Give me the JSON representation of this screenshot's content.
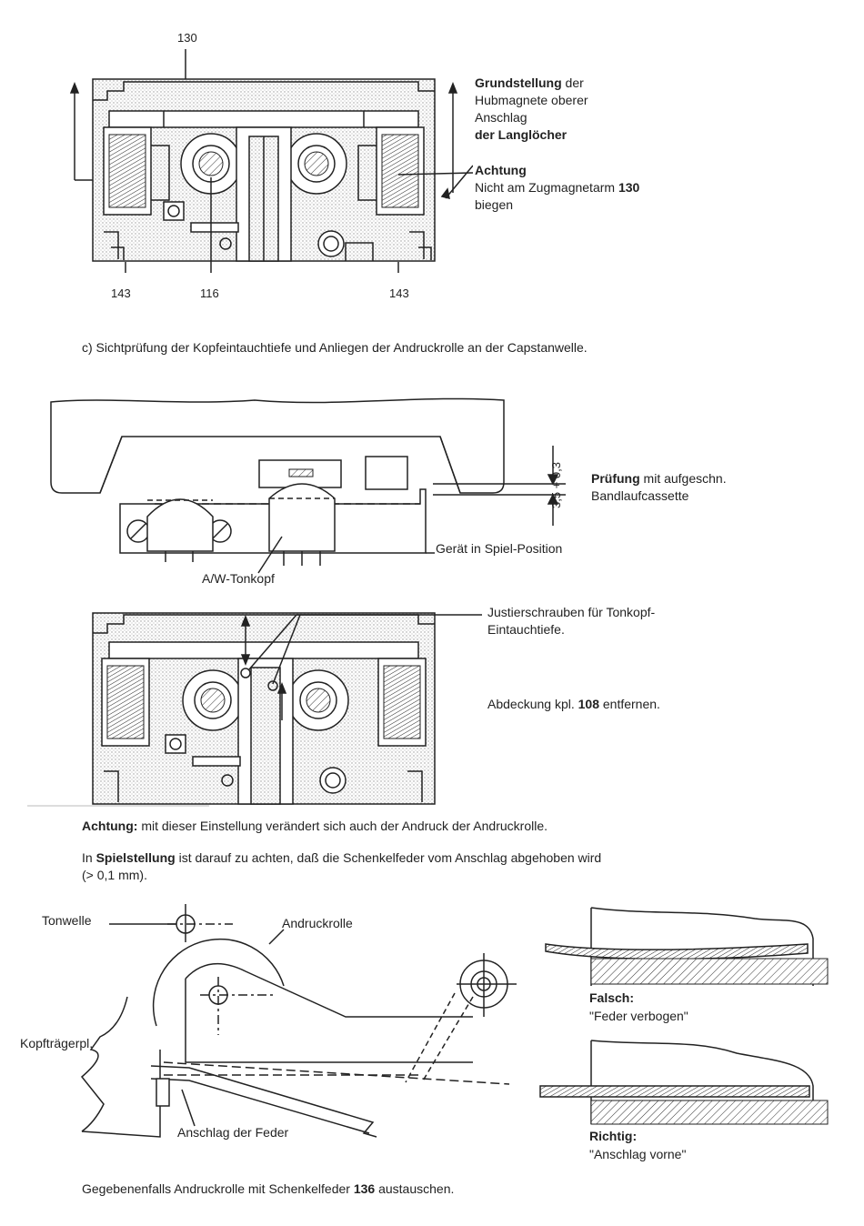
{
  "fig1": {
    "ref_top": "130",
    "ref_left": "143",
    "ref_mid": "116",
    "ref_right": "143",
    "note1_bold": "Grundstellung",
    "note1_rest1": " der",
    "note1_line2": "Hubmagnete oberer",
    "note1_line3": "Anschlag",
    "note1_line4": "der Langlöcher",
    "note2_title": "Achtung",
    "note2_line1_a": "Nicht am Zugmagnetarm ",
    "note2_line1_b": "130",
    "note2_line2": "biegen"
  },
  "step_c": "c) Sichtprüfung der Kopfeintauchtiefe und Anliegen der Andruckrolle an der Capstanwelle.",
  "fig2": {
    "dim_label": "3,5 + 0,3",
    "check_bold": "Prüfung",
    "check_rest": " mit aufgeschn.",
    "check_line2": "Bandlaufcassette",
    "position": "Gerät in Spiel-Position",
    "head": "A/W-Tonkopf"
  },
  "fig3": {
    "screws_line1": "Justierschrauben für Tonkopf-",
    "screws_line2": "Eintauchtiefe.",
    "cover_a": "Abdeckung kpl. ",
    "cover_b": "108",
    "cover_c": " entfernen."
  },
  "warning": {
    "bold": "Achtung:",
    "text": " mit dieser Einstellung verändert sich auch der Andruck der Andruckrolle."
  },
  "play": {
    "a": "In ",
    "bold": "Spielstellung",
    "b": " ist darauf zu achten, daß die Schenkelfeder vom Anschlag abgehoben wird",
    "line2": "(> 0,1 mm)."
  },
  "fig4": {
    "tonwelle": "Tonwelle",
    "andruckrolle": "Andruckrolle",
    "kopftraeger": "Kopfträgerpl.",
    "anschlag": "Anschlag der Feder"
  },
  "wrong": {
    "title": "Falsch:",
    "caption": "\"Feder verbogen\""
  },
  "right": {
    "title": "Richtig:",
    "caption": "\"Anschlag vorne\""
  },
  "footer": {
    "a": "Gegebenenfalls Andruckrolle mit Schenkelfeder ",
    "bold": "136",
    "b": " austauschen."
  }
}
